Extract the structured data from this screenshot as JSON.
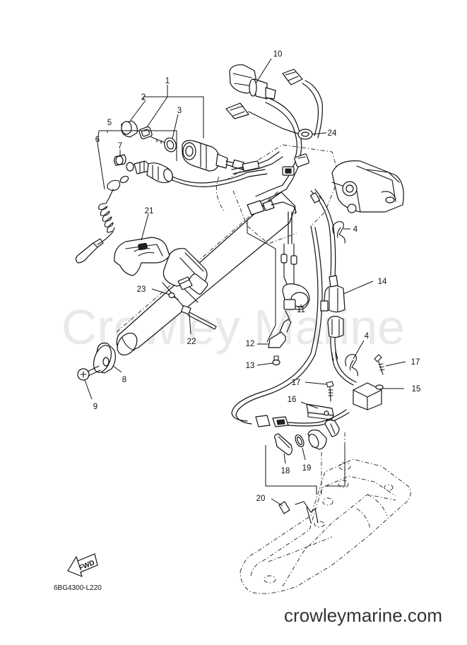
{
  "diagram": {
    "watermark": "Crowley Marine",
    "website": "crowleymarine.com",
    "drawing_code": "6BG4300-L220",
    "fwd_label": "FWD",
    "callouts": [
      {
        "id": "c1",
        "number": "1"
      },
      {
        "id": "c2",
        "number": "2"
      },
      {
        "id": "c3",
        "number": "3"
      },
      {
        "id": "c4a",
        "number": "4"
      },
      {
        "id": "c4b",
        "number": "4"
      },
      {
        "id": "c5",
        "number": "5"
      },
      {
        "id": "c6",
        "number": "6"
      },
      {
        "id": "c7",
        "number": "7"
      },
      {
        "id": "c8",
        "number": "8"
      },
      {
        "id": "c9",
        "number": "9"
      },
      {
        "id": "c10",
        "number": "10"
      },
      {
        "id": "c11",
        "number": "11"
      },
      {
        "id": "c12",
        "number": "12"
      },
      {
        "id": "c13",
        "number": "13"
      },
      {
        "id": "c14",
        "number": "14"
      },
      {
        "id": "c15",
        "number": "15"
      },
      {
        "id": "c16",
        "number": "16"
      },
      {
        "id": "c17a",
        "number": "17"
      },
      {
        "id": "c17b",
        "number": "17"
      },
      {
        "id": "c18",
        "number": "18"
      },
      {
        "id": "c19",
        "number": "19"
      },
      {
        "id": "c20",
        "number": "20"
      },
      {
        "id": "c21",
        "number": "21"
      },
      {
        "id": "c22",
        "number": "22"
      },
      {
        "id": "c23",
        "number": "23"
      },
      {
        "id": "c24",
        "number": "24"
      }
    ]
  }
}
